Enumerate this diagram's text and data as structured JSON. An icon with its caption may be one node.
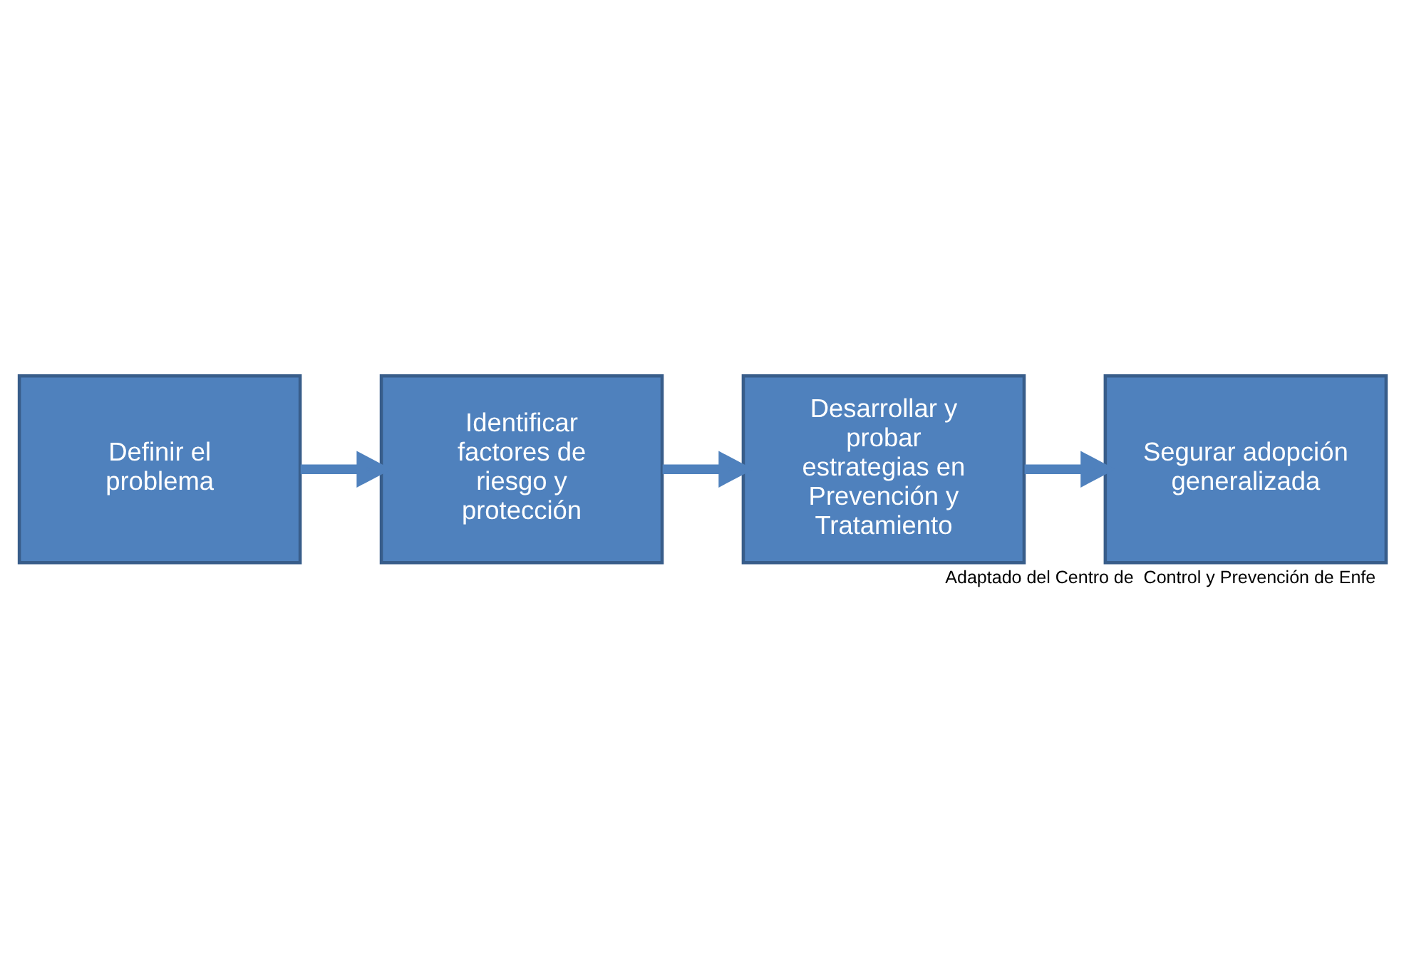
{
  "diagram": {
    "caption": "Adaptado del Centro de  Control y Prevención de Enfe",
    "nodes": [
      {
        "text": [
          "Definir el problema"
        ]
      },
      {
        "text": [
          "Identificar factores de riesgo y protección"
        ]
      },
      {
        "text": [
          "Desarrollar y probar estrategias en Prevención y Tratamiento"
        ]
      },
      {
        "text": [
          "Segurar adopción generalizada"
        ]
      }
    ],
    "edges": [
      {
        "from": 0,
        "to": 1,
        "arrow": "to"
      },
      {
        "from": 1,
        "to": 2,
        "arrow": "to"
      },
      {
        "from": 2,
        "to": 3,
        "arrow": "to"
      }
    ]
  }
}
